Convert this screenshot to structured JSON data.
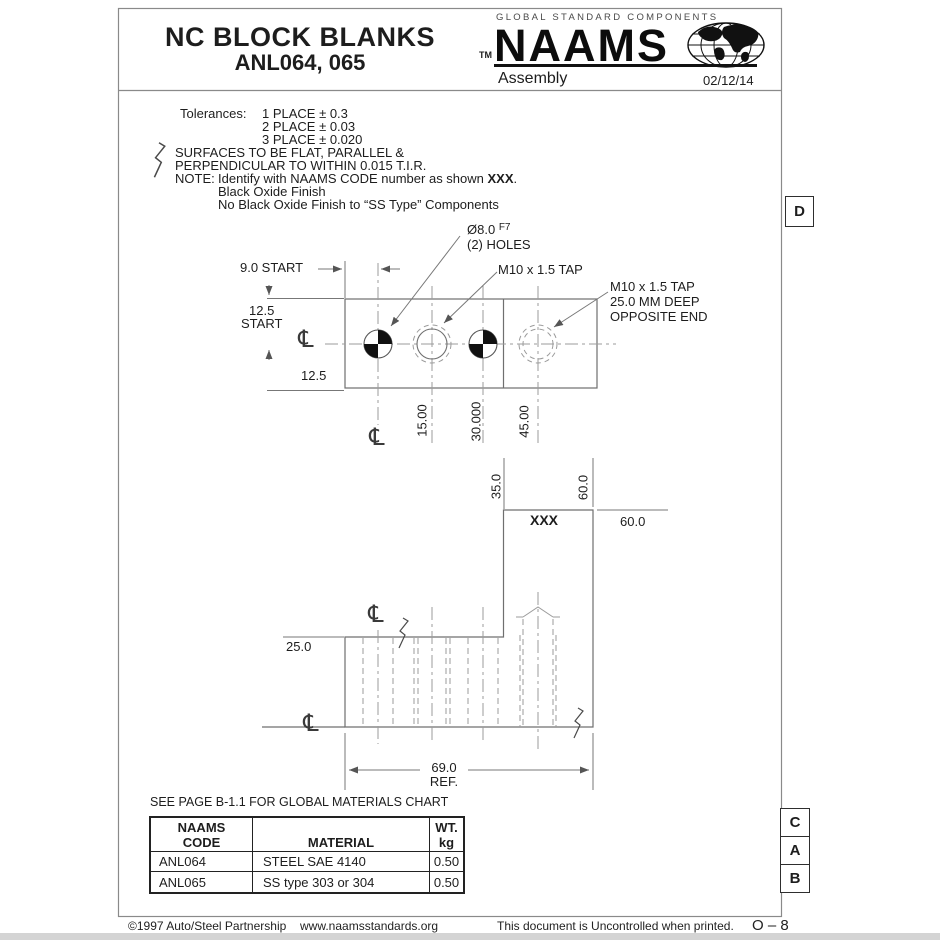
{
  "header": {
    "title_line1": "NC BLOCK BLANKS",
    "title_line2": "ANL064, 065",
    "brand_tagline": "GLOBAL STANDARD COMPONENTS",
    "brand_tm": "TM",
    "brand_name": "NAAMS",
    "subtitle": "Assembly",
    "date": "02/12/14"
  },
  "zones": {
    "d": "D",
    "c": "C",
    "a": "A",
    "b": "B"
  },
  "notes": {
    "tolerances_label": "Tolerances:",
    "tolerance_lines": [
      "1 PLACE ± 0.3",
      "2 PLACE ± 0.03",
      "3 PLACE ± 0.020"
    ],
    "surface_line1": "SURFACES TO BE FLAT, PARALLEL &",
    "surface_line2": "PERPENDICULAR TO WITHIN 0.015 T.I.R.",
    "note_label": "NOTE:",
    "note1_pre": "Identify with NAAMS CODE number as shown ",
    "note1_bold": "XXX",
    "note1_post": ".",
    "note2": "Black Oxide Finish",
    "note3": "No Black Oxide Finish to “SS Type” Components"
  },
  "drawing": {
    "callouts": {
      "hole_dia": "Ø8.0",
      "hole_dia_sup": "F7",
      "hole_count": "(2) HOLES",
      "tap_front": "M10 x 1.5 TAP",
      "tap_back_1": "M10 x 1.5 TAP",
      "tap_back_2": "25.0 MM DEEP",
      "tap_back_3": "OPPOSITE END"
    },
    "dims": {
      "start_x": "9.0 START",
      "start_y_val": "12.5",
      "start_y_word": "START",
      "half_height": "12.5",
      "d15": "15.00",
      "d30": "30.000",
      "d45": "45.00",
      "d35": "35.0",
      "d60_rot": "60.0",
      "d60_h": "60.0",
      "d25": "25.0",
      "length": "69.0",
      "length_ref": "REF.",
      "part_mark": "XXX",
      "centerline_symbol": "℄"
    }
  },
  "materials": {
    "note": "SEE PAGE B-1.1 FOR GLOBAL MATERIALS CHART",
    "headers": {
      "code1": "NAAMS",
      "code2": "CODE",
      "material": "MATERIAL",
      "wt1": "WT.",
      "wt2": "kg"
    },
    "rows": [
      {
        "code": "ANL064",
        "material": "STEEL SAE 4140",
        "wt": "0.50"
      },
      {
        "code": "ANL065",
        "material": "SS type 303 or 304",
        "wt": "0.50"
      }
    ]
  },
  "footer": {
    "copyright": "©1997 Auto/Steel Partnership",
    "url": "www.naamsstandards.org",
    "uncontrolled": "This document is Uncontrolled when printed.",
    "page": "O – 8"
  },
  "colors": {
    "outline": "#6f6f6f",
    "hidden_line": "#9b9b9b",
    "frame": "#8a8a8a",
    "text": "#1d1d1d",
    "fill_black": "#111111"
  }
}
